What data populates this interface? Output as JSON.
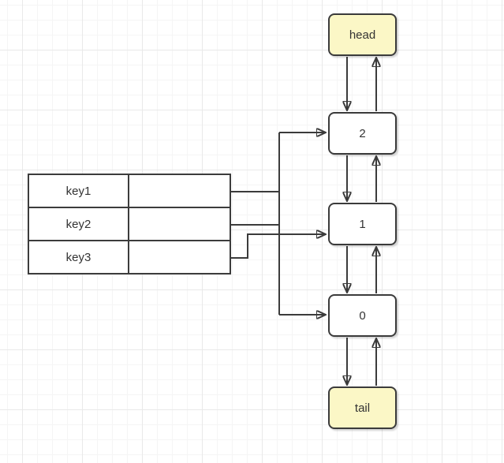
{
  "diagram": {
    "title_hint": "doubly linked list with hash table (LRU cache)",
    "colors": {
      "endpoint_fill": "#fbf7c6",
      "item_fill": "#ffffff",
      "stroke": "#3b3b3b",
      "grid_minor": "#f5f5f5",
      "grid_major": "#e9e9e9",
      "canvas_bg": "#ffffff"
    },
    "nodes": [
      {
        "label": "head",
        "kind": "endpoint"
      },
      {
        "label": "2",
        "kind": "item"
      },
      {
        "label": "1",
        "kind": "item"
      },
      {
        "label": "0",
        "kind": "item"
      },
      {
        "label": "tail",
        "kind": "endpoint"
      }
    ],
    "hash_table": {
      "rows": [
        {
          "key": "key1",
          "value": ""
        },
        {
          "key": "key2",
          "value": ""
        },
        {
          "key": "key3",
          "value": ""
        }
      ]
    },
    "edges": [
      {
        "from": "head",
        "to": "2",
        "style": "arrow-down"
      },
      {
        "from": "2",
        "to": "head",
        "style": "arrow-up"
      },
      {
        "from": "2",
        "to": "1",
        "style": "arrow-down"
      },
      {
        "from": "1",
        "to": "2",
        "style": "arrow-up"
      },
      {
        "from": "1",
        "to": "0",
        "style": "arrow-down"
      },
      {
        "from": "0",
        "to": "1",
        "style": "arrow-up"
      },
      {
        "from": "0",
        "to": "tail",
        "style": "arrow-down"
      },
      {
        "from": "tail",
        "to": "0",
        "style": "arrow-up"
      },
      {
        "from": "key1",
        "to": "2",
        "style": "orthogonal-arrow"
      },
      {
        "from": "key2",
        "to": "0",
        "style": "orthogonal-arrow"
      },
      {
        "from": "key3",
        "to": "1",
        "style": "orthogonal-arrow"
      }
    ]
  }
}
